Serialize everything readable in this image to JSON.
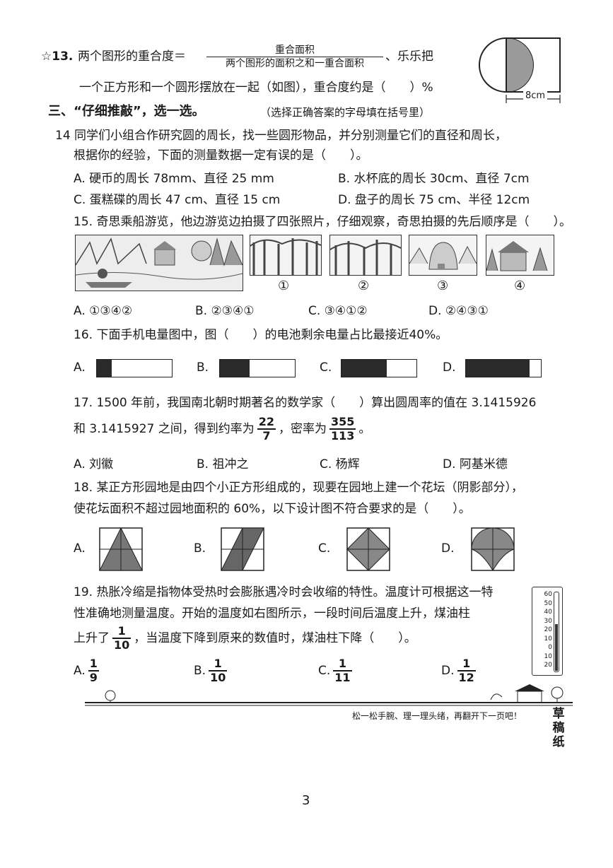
{
  "q13": {
    "num": "☆13.",
    "lead": "两个图形的重合度＝",
    "frac_top": "重合面积",
    "frac_bottom": "两个图形的面积之和一重合面积",
    "tail": "、乐乐把",
    "line2": "一个正方形和一个圆形摆放在一起（如图），重合度约是（　　）%",
    "fig_label": "8cm"
  },
  "section3": {
    "title": "三、“仔细推敲”，选一选。",
    "note": "（选择正确答案的字母填在括号里）"
  },
  "q14": {
    "line1": "14 同学们小组合作研究圆的周长，找一些圆形物品，并分别测量它们的直径和周长，",
    "line2": "根据你的经验，下面的测量数据一定有误的是（　　）。",
    "options": [
      "A. 硬币的周长 78mm、直径 25 mm",
      "B. 水杯底的周长 30cm、直径 7cm",
      "C. 蛋糕碟的周长 47 cm、直径 15 cm",
      "D. 盘子的周长 75 cm、半径 12cm"
    ]
  },
  "q15": {
    "text": "15. 奇思乘船游览，他边游览边拍摄了四张照片，仔细观察，奇思拍摄的先后顺序是（　　）。",
    "photo_labels": [
      "①",
      "②",
      "③",
      "④"
    ],
    "options": [
      "A. ①③④②",
      "B. ②③④①",
      "C. ③④①②",
      "D. ②④③①"
    ]
  },
  "q16": {
    "text": "16. 下面手机电量图中，图（　　）的电池剩余电量占比最接近40%。",
    "labels": [
      "A.",
      "B.",
      "C.",
      "D."
    ],
    "fills": [
      0.2,
      0.4,
      0.6,
      0.85
    ]
  },
  "q17": {
    "line1": "17. 1500 年前，我国南北朝时期著名的数学家（　　）算出圆周率的值在 3.1415926",
    "line2_a": "和 3.1415927 之间，得到约率为",
    "frac1_n": "22",
    "frac1_d": "7",
    "line2_b": "，密率为",
    "frac2_n": "355",
    "frac2_d": "113",
    "line2_c": "。",
    "options": [
      "A. 刘徽",
      "B. 祖冲之",
      "C. 杨辉",
      "D. 阿基米德"
    ]
  },
  "q18": {
    "line1": "18. 某正方形园地是由四个小正方形组成的，现要在园地上建一个花坛（阴影部分），",
    "line2": "使花坛面积不超过园地面积的 60%，以下设计图不符合要求的是（　　）。",
    "labels": [
      "A.",
      "B.",
      "C.",
      "D."
    ]
  },
  "q19": {
    "line1": "19. 热胀冷缩是指物体受热时会膨胀遇冷时会收缩的特性。温度计可根据这一特",
    "line2": "性准确地测量温度。开始的温度如右图所示，一段时间后温度上升，煤油柱",
    "line3_a": "上升了",
    "f_n": "1",
    "f_d": "10",
    "line3_b": "，当温度下降到原来的数值时，煤油柱下降（　　）。",
    "options": [
      {
        "letter": "A.",
        "n": "1",
        "d": "9"
      },
      {
        "letter": "B.",
        "n": "1",
        "d": "10"
      },
      {
        "letter": "C.",
        "n": "1",
        "d": "11"
      },
      {
        "letter": "D.",
        "n": "1",
        "d": "12"
      }
    ],
    "thermo_ticks": [
      "60",
      "50",
      "40",
      "30",
      "20",
      "10",
      "0",
      "10",
      "20"
    ]
  },
  "footer": {
    "slogan": "松一松手腕、理一理头绪，再翻开下一页吧！",
    "draft": [
      "草",
      "稿",
      "纸"
    ],
    "page_number": "3"
  }
}
